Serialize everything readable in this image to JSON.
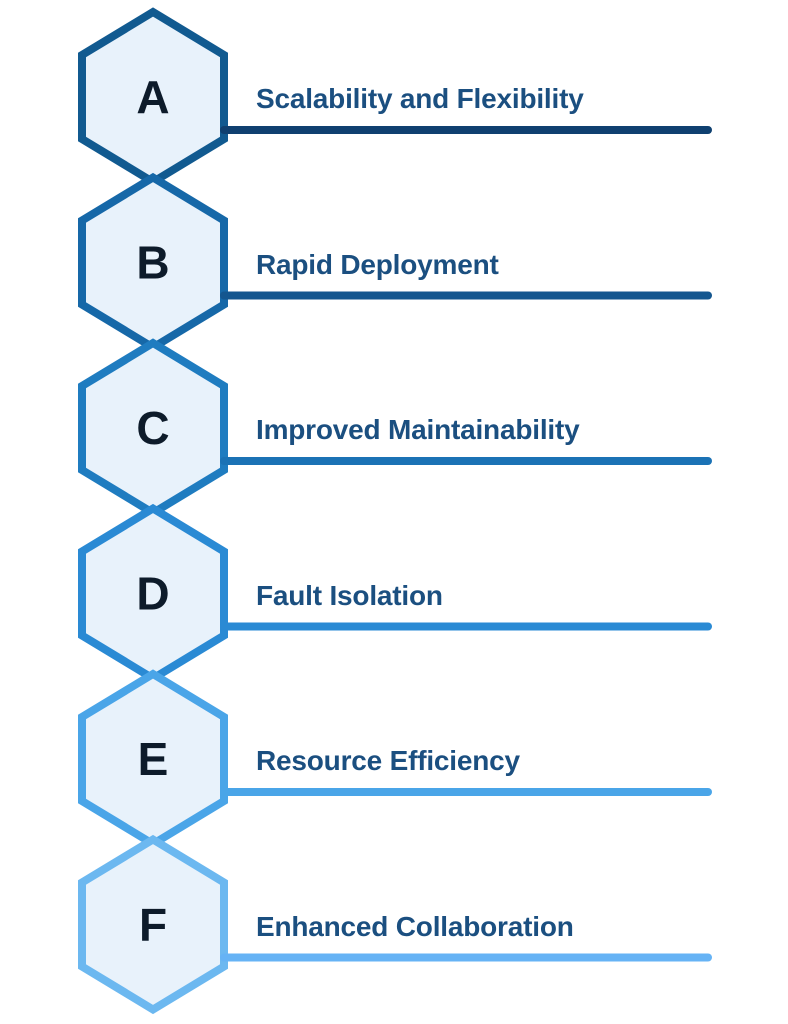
{
  "diagram": {
    "type": "hexagon-step-list",
    "title_text_color": "#1b4f80",
    "hexagon_fill": "#e8f2fb",
    "letter_color": "#0d1b2a",
    "background": "#ffffff",
    "steps": [
      {
        "letter": "A",
        "label": "Scalability and Flexibility",
        "accent_color": "#115a90",
        "line_color": "#0f4070"
      },
      {
        "letter": "B",
        "label": "Rapid Deployment",
        "accent_color": "#1668a8",
        "line_color": "#14568f"
      },
      {
        "letter": "C",
        "label": "Improved Maintainability",
        "accent_color": "#1f7cc0",
        "line_color": "#1b72b5"
      },
      {
        "letter": "D",
        "label": "Fault Isolation",
        "accent_color": "#2a8ad4",
        "line_color": "#2a8ad4"
      },
      {
        "letter": "E",
        "label": "Resource Efficiency",
        "accent_color": "#4aa5e8",
        "line_color": "#4aa5e8"
      },
      {
        "letter": "F",
        "label": "Enhanced Collaboration",
        "accent_color": "#6cb8f0",
        "line_color": "#66b3f5"
      }
    ]
  }
}
